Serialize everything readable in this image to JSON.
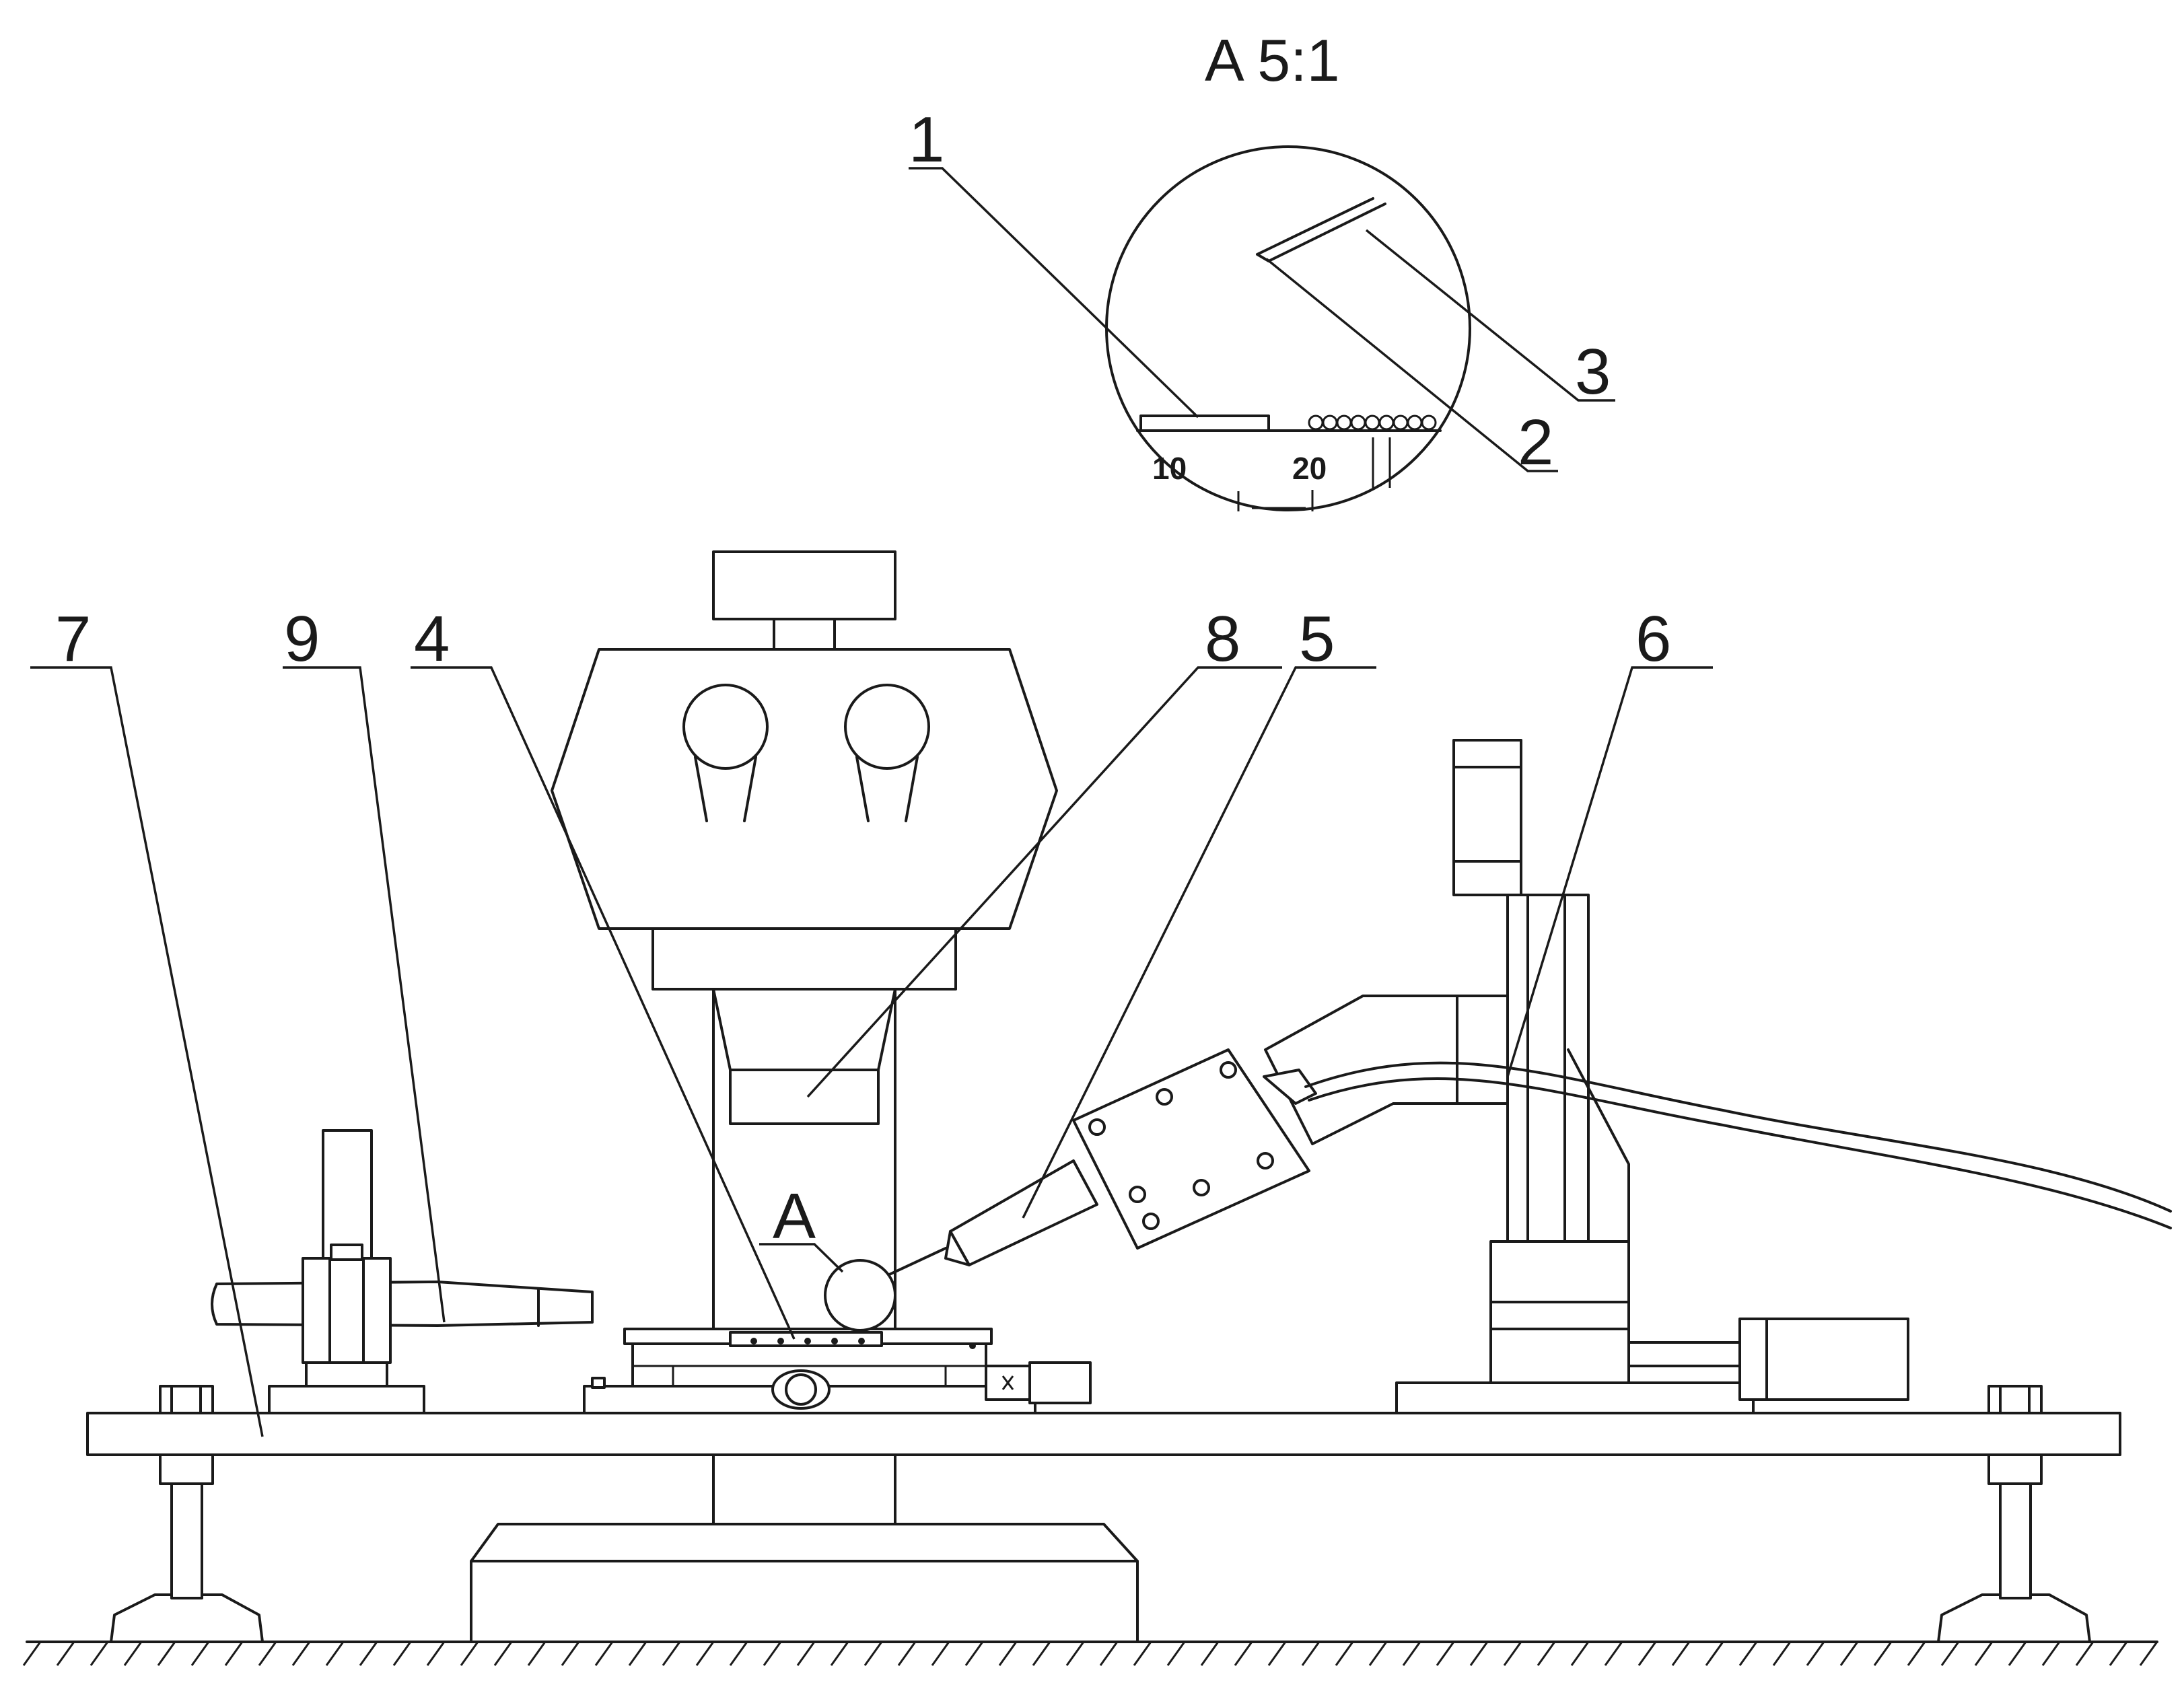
{
  "detail": {
    "title": "A 5:1",
    "scale_left": "10",
    "scale_right": "20"
  },
  "callouts": {
    "c1": "1",
    "c2": "2",
    "c3": "3",
    "c4": "4",
    "c5": "5",
    "c6": "6",
    "c7": "7",
    "c8": "8",
    "c9": "9",
    "view_a": "A"
  }
}
